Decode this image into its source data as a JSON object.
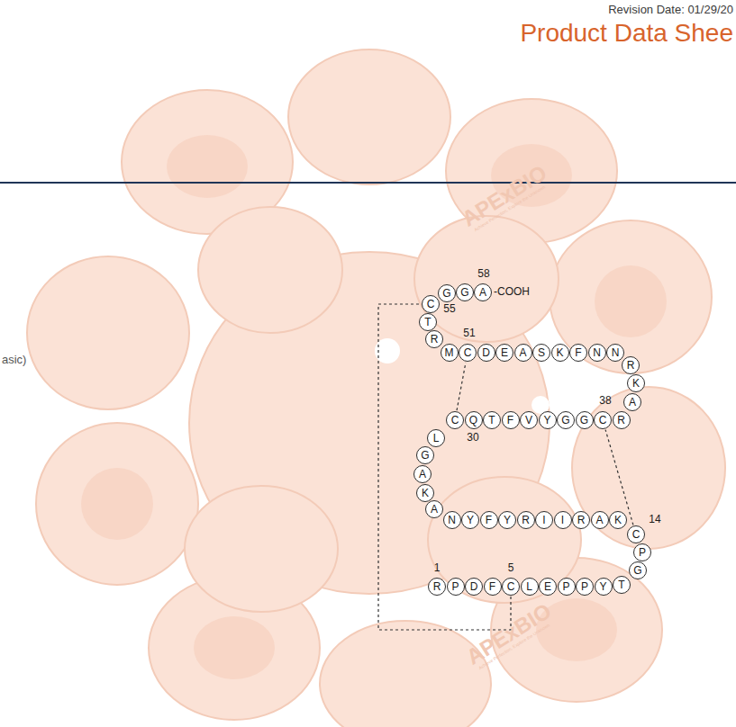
{
  "diagram": {
    "title": "Product Data Shee",
    "nodes": [
      {
        "text": [
          "R"
        ]
      },
      {
        "text": [
          "P"
        ]
      },
      {
        "text": [
          "D"
        ]
      },
      {
        "text": [
          "F"
        ]
      },
      {
        "text": [
          "C"
        ]
      },
      {
        "text": [
          "L"
        ]
      },
      {
        "text": [
          "E"
        ]
      },
      {
        "text": [
          "P"
        ]
      },
      {
        "text": [
          "P"
        ]
      },
      {
        "text": [
          "Y"
        ]
      },
      {
        "text": [
          "T"
        ]
      },
      {
        "text": [
          "G"
        ]
      },
      {
        "text": [
          "P"
        ]
      },
      {
        "text": [
          "C"
        ]
      },
      {
        "text": [
          "K"
        ]
      },
      {
        "text": [
          "A"
        ]
      },
      {
        "text": [
          "R"
        ]
      },
      {
        "text": [
          "I"
        ]
      },
      {
        "text": [
          "I"
        ]
      },
      {
        "text": [
          "R"
        ]
      },
      {
        "text": [
          "Y"
        ]
      },
      {
        "text": [
          "F"
        ]
      },
      {
        "text": [
          "Y"
        ]
      },
      {
        "text": [
          "N"
        ]
      },
      {
        "text": [
          "A"
        ]
      },
      {
        "text": [
          "K"
        ]
      },
      {
        "text": [
          "A"
        ]
      },
      {
        "text": [
          "G"
        ]
      },
      {
        "text": [
          "L"
        ]
      },
      {
        "text": [
          "C"
        ]
      },
      {
        "text": [
          "Q"
        ]
      },
      {
        "text": [
          "T"
        ]
      },
      {
        "text": [
          "F"
        ]
      },
      {
        "text": [
          "V"
        ]
      },
      {
        "text": [
          "Y"
        ]
      },
      {
        "text": [
          "G"
        ]
      },
      {
        "text": [
          "G"
        ]
      },
      {
        "text": [
          "C"
        ]
      },
      {
        "text": [
          "R"
        ]
      },
      {
        "text": [
          "A"
        ]
      },
      {
        "text": [
          "K"
        ]
      },
      {
        "text": [
          "R"
        ]
      },
      {
        "text": [
          "N"
        ]
      },
      {
        "text": [
          "N"
        ]
      },
      {
        "text": [
          "F"
        ]
      },
      {
        "text": [
          "K"
        ]
      },
      {
        "text": [
          "S"
        ]
      },
      {
        "text": [
          "A"
        ]
      },
      {
        "text": [
          "E"
        ]
      },
      {
        "text": [
          "D"
        ]
      },
      {
        "text": [
          "C"
        ]
      },
      {
        "text": [
          "M"
        ]
      },
      {
        "text": [
          "R"
        ]
      },
      {
        "text": [
          "T"
        ]
      },
      {
        "text": [
          "C"
        ]
      },
      {
        "text": [
          "G"
        ]
      },
      {
        "text": [
          "G"
        ]
      },
      {
        "text": [
          "A"
        ]
      }
    ],
    "edges": [
      {
        "from": 4,
        "to": 54,
        "arrow": "none"
      },
      {
        "from": 13,
        "to": 37,
        "arrow": "none"
      },
      {
        "from": 29,
        "to": 50,
        "arrow": "none"
      }
    ],
    "labels": [
      "Revision Date: 01/29/20",
      "asic)",
      "1",
      "5",
      "14",
      "30",
      "38",
      "51",
      "55",
      "58",
      "-COOH",
      "APExBIO",
      "Achieve Perfection, Explore the Unknown",
      "APExBIO",
      "Achieve Perfection, Explore the Unknown"
    ]
  }
}
